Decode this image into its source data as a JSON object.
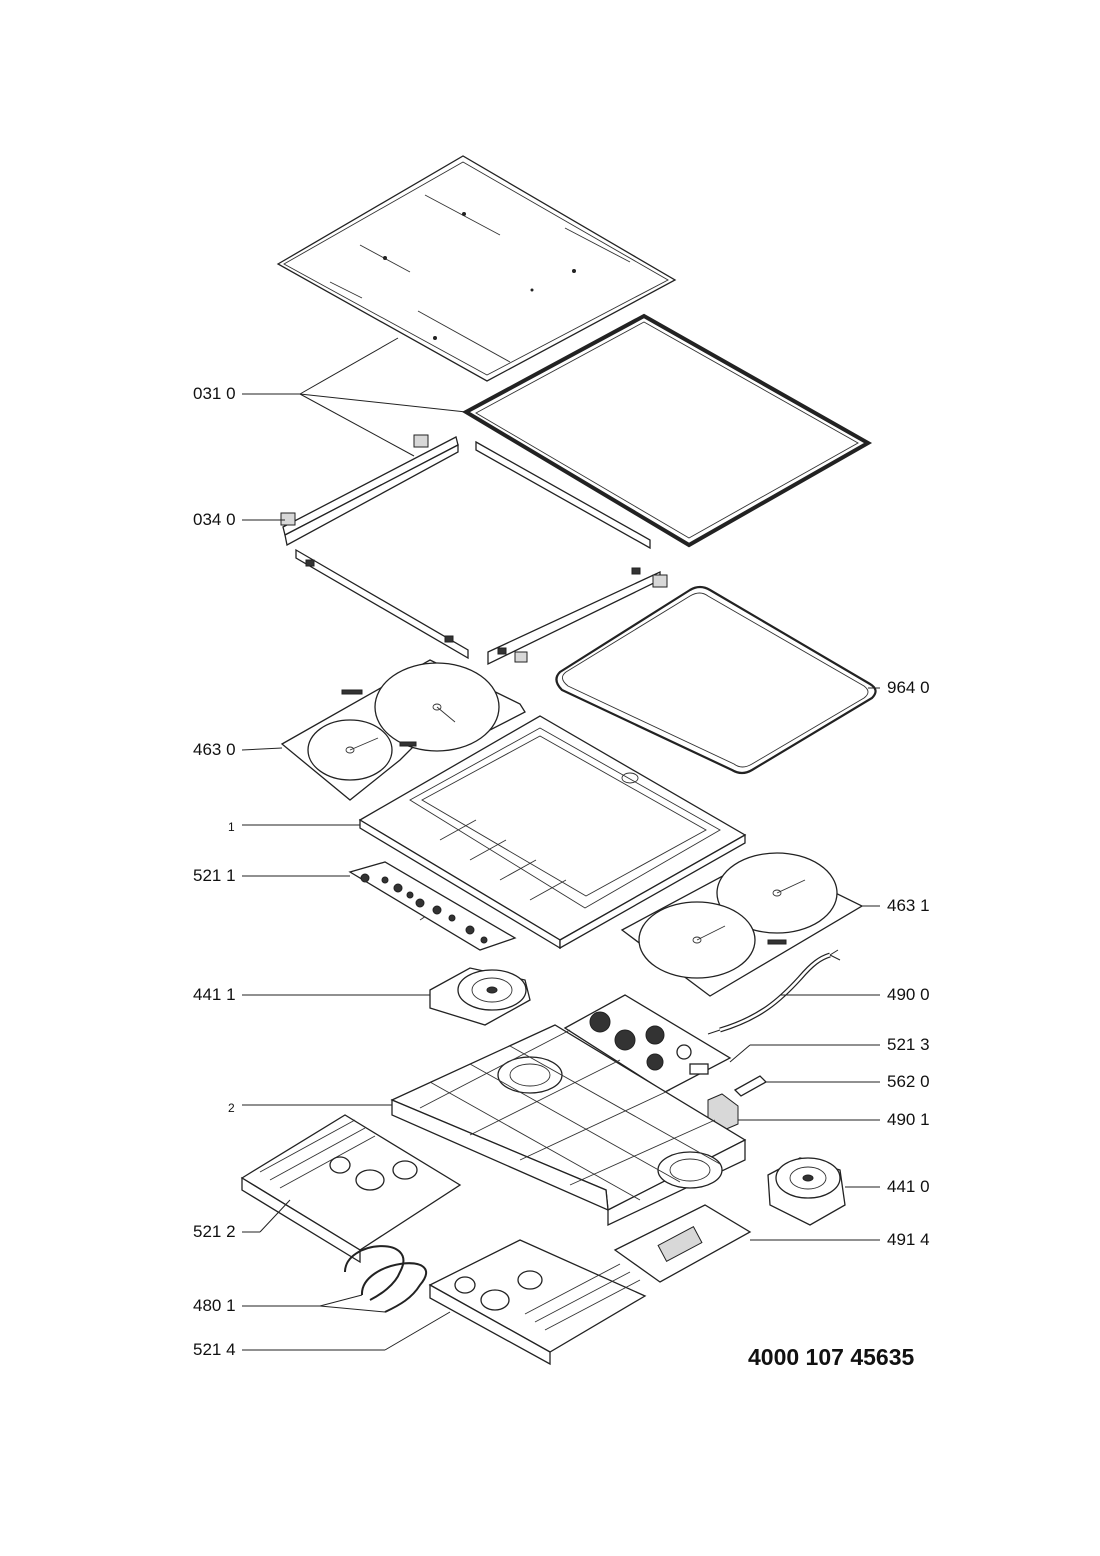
{
  "callouts": {
    "c0310": "031 0",
    "c0340": "034 0",
    "c9640": "964 0",
    "c4630": "463 0",
    "c1": "1",
    "c5211": "521 1",
    "c4631": "463 1",
    "c4411": "441 1",
    "c4900": "490 0",
    "c5213": "521 3",
    "c5620": "562 0",
    "c2": "2",
    "c4901": "490 1",
    "c4410": "441 0",
    "c5212": "521 2",
    "c4914": "491 4",
    "c4801": "480 1",
    "c5214": "521 4"
  },
  "part_number": "4000 107 45635"
}
